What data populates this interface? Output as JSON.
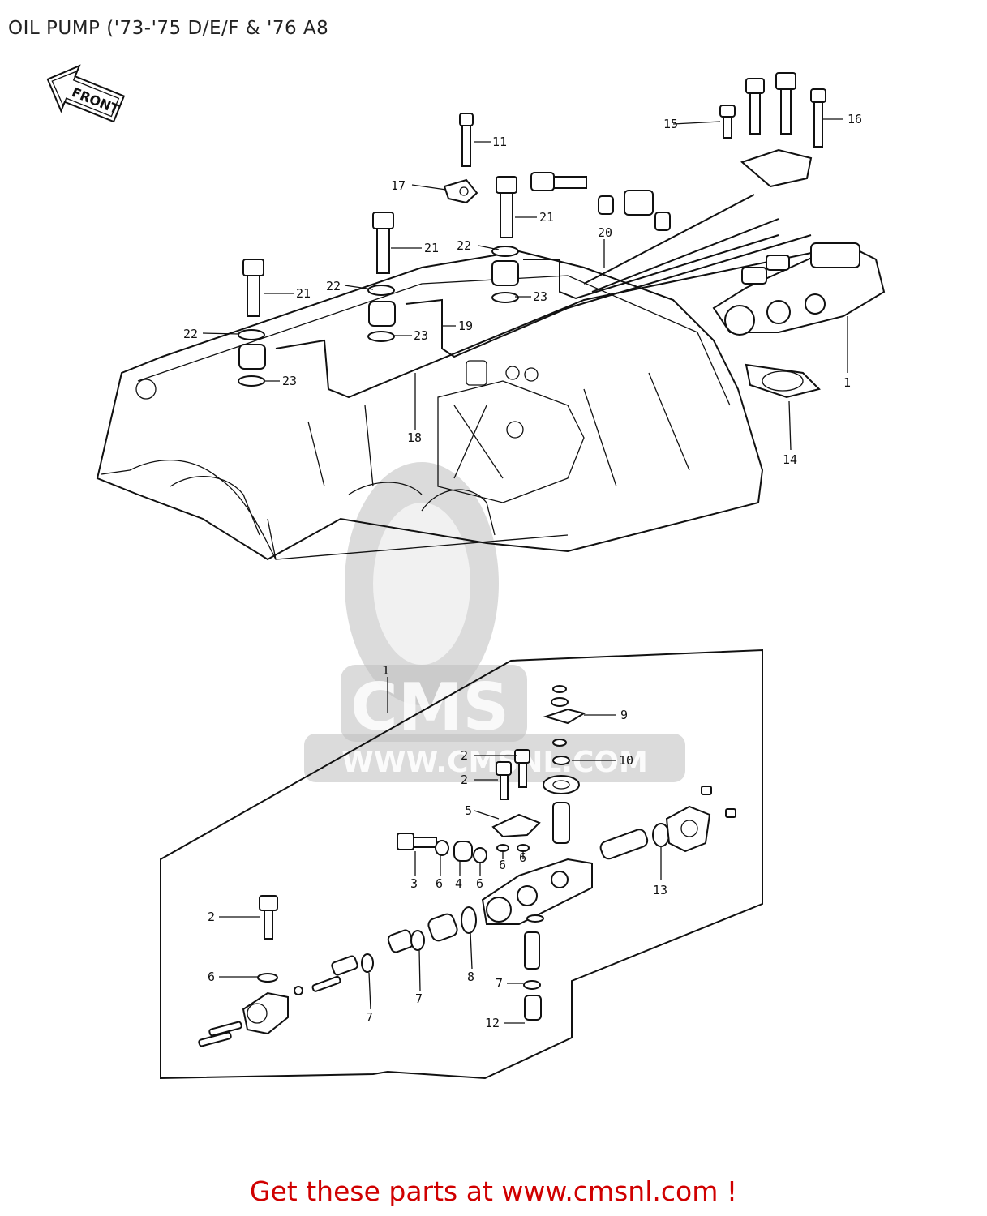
{
  "title": "OIL PUMP ('73-'75 D/E/F & '76 A8",
  "front_arrow_label": "FRONT",
  "watermark": {
    "brand": "CMS",
    "url": "WWW.CMSNL.COM"
  },
  "cta": "Get these parts at www.cmsnl.com !",
  "callouts": {
    "c1_upper": "1",
    "c11": "11",
    "c15": "15",
    "c16": "16",
    "c17": "17",
    "c20": "20",
    "c21_a": "21",
    "c21_b": "21",
    "c21_c": "21",
    "c22_a": "22",
    "c22_b": "22",
    "c22_c": "22",
    "c23_a": "23",
    "c23_b": "23",
    "c23_c": "23",
    "c19": "19",
    "c18": "18",
    "c14": "14",
    "c1_lower": "1",
    "c9": "9",
    "c10": "10",
    "c2_a": "2",
    "c2_b": "2",
    "c5": "5",
    "c3": "3",
    "c6_a": "6",
    "c4": "4",
    "c6_b": "6",
    "c6_c": "6",
    "c6_d": "6",
    "c13": "13",
    "c2_c": "2",
    "c8": "8",
    "c6_e": "6",
    "c7_a": "7",
    "c7_b": "7",
    "c7_c": "7",
    "c12": "12"
  }
}
